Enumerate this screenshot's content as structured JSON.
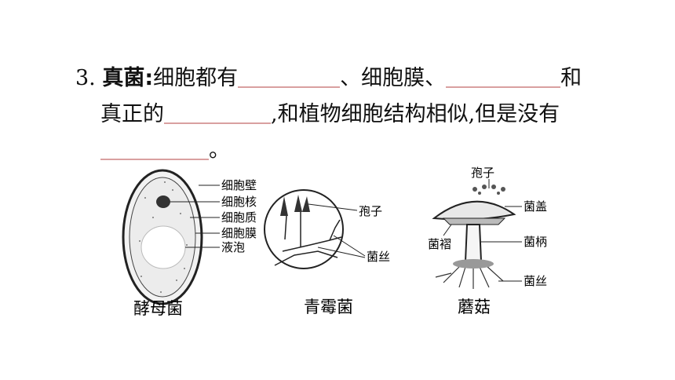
{
  "question": {
    "number": "3.",
    "title": "真菌",
    "colon": ":",
    "line1_part1": "细胞都有",
    "line1_sep1": "、细胞膜、",
    "line1_end": "和",
    "line2_start": "真正的",
    "line2_end": ",和植物细胞结构相似,但是没有",
    "line3_end": "。"
  },
  "figures": {
    "yeast": {
      "caption": "酵母菌",
      "labels": [
        "细胞壁",
        "细胞核",
        "细胞质",
        "细胞膜",
        "液泡"
      ]
    },
    "penicillium": {
      "caption": "青霉菌",
      "labels": [
        "孢子",
        "菌丝"
      ]
    },
    "mushroom": {
      "caption": "蘑菇",
      "labels": [
        "孢子",
        "菌盖",
        "菌褶",
        "菌柄",
        "菌丝"
      ]
    }
  },
  "colors": {
    "blank_line": "#d9a0a0",
    "text": "#111111"
  }
}
